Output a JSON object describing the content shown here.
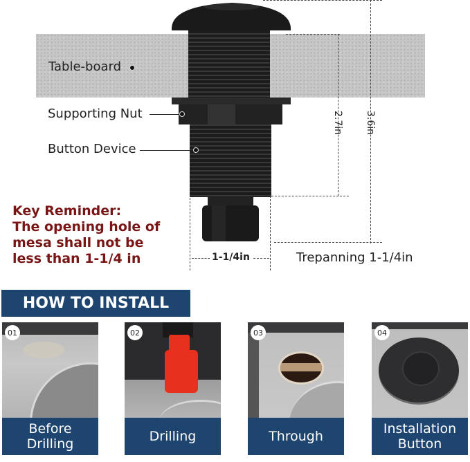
{
  "diagram": {
    "labels": {
      "table_board": "Table-board",
      "supporting_nut": "Supporting Nut",
      "button_device": "Button Device"
    },
    "dimensions": {
      "short_height": "2.7in",
      "total_height": "3.6in",
      "body_width": "1-1/4in",
      "trepanning": "Trepanning 1-1/4in"
    },
    "reminder": {
      "line1": "Key Reminder:",
      "line2": "The opening hole of",
      "line3": "mesa shall not be",
      "line4": "less than 1-1/4 in"
    },
    "colors": {
      "reminder_text": "#7a1515",
      "panel_blue": "#1e4570",
      "board_gray": "#c6c6c6",
      "device_black": "#1a1a1a"
    }
  },
  "install": {
    "heading": "HOW TO INSTALL",
    "steps": [
      {
        "number": "01",
        "line1": "Before",
        "line2": "Drilling"
      },
      {
        "number": "02",
        "line1": "Drilling",
        "line2": ""
      },
      {
        "number": "03",
        "line1": "Through",
        "line2": ""
      },
      {
        "number": "04",
        "line1": "Installation",
        "line2": "Button"
      }
    ]
  }
}
